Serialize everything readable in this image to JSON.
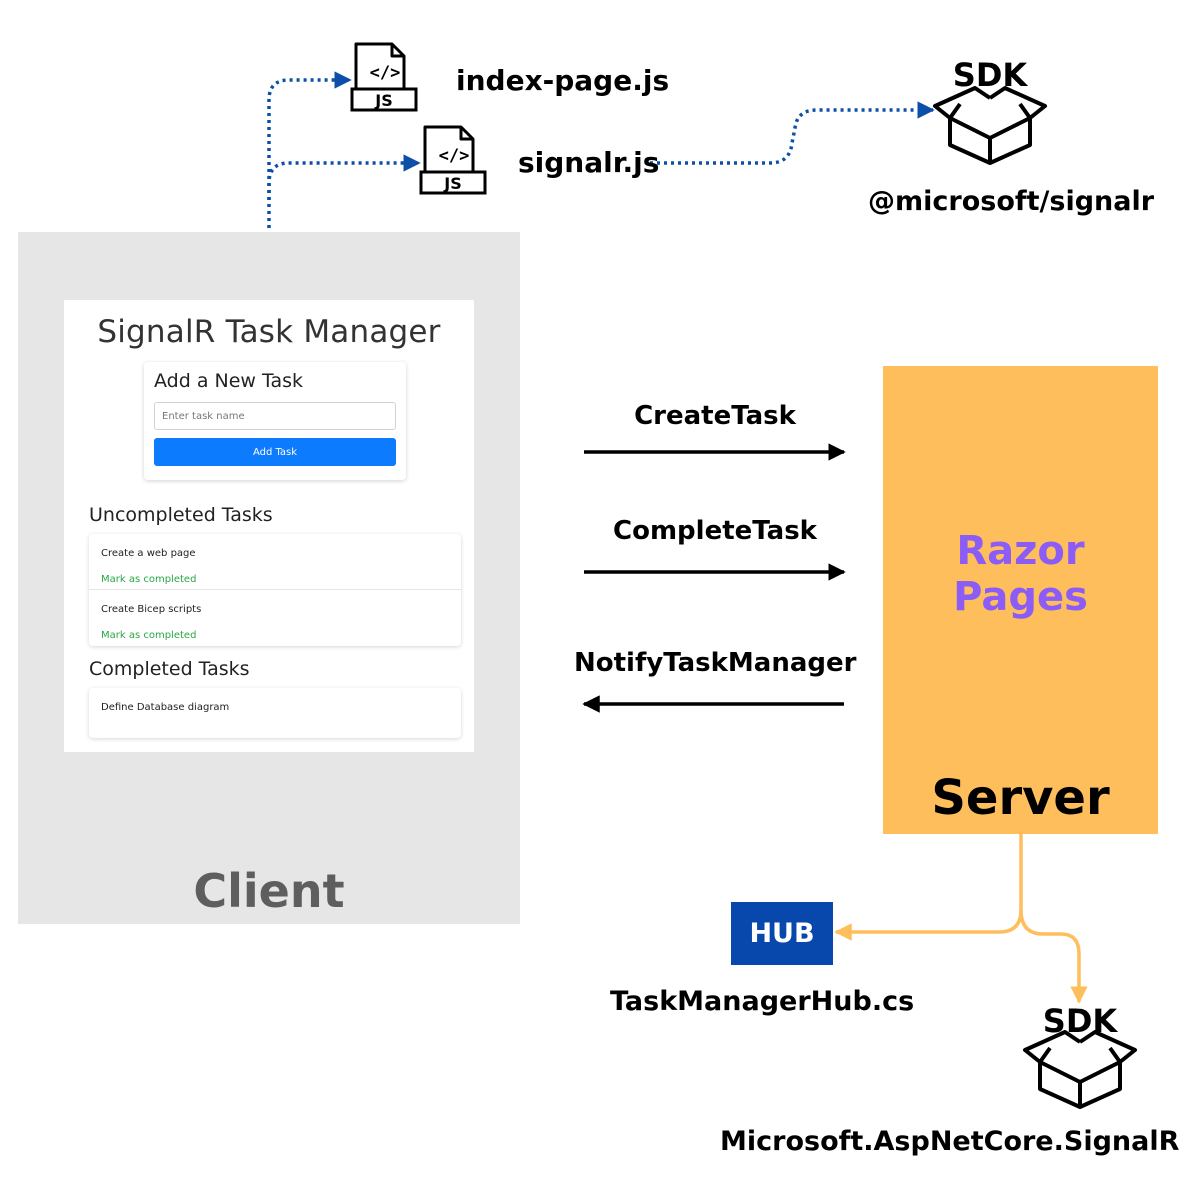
{
  "files": {
    "index_page": "index-page.js",
    "signalr_client": "signalr.js",
    "js_badge": "JS",
    "code_glyph": "</>"
  },
  "sdk": {
    "badge": "SDK",
    "client_package": "@microsoft/signalr",
    "server_package": "Microsoft.AspNetCore.SignalR"
  },
  "client": {
    "label": "Client",
    "app": {
      "title": "SignalR Task Manager",
      "add_card": {
        "title": "Add a New Task",
        "input_placeholder": "Enter task name",
        "input_value": "",
        "button_label": "Add Task"
      },
      "uncompleted": {
        "title": "Uncompleted Tasks",
        "action_label": "Mark as completed",
        "items": [
          "Create a web page",
          "Create Bicep scripts"
        ]
      },
      "completed": {
        "title": "Completed Tasks",
        "items": [
          "Define Database diagram"
        ]
      }
    }
  },
  "messages": {
    "create": "CreateTask",
    "complete": "CompleteTask",
    "notify": "NotifyTaskManager"
  },
  "server": {
    "framework": "Razor Pages",
    "title": "Server",
    "hub_badge": "HUB",
    "hub_file": "TaskManagerHub.cs"
  },
  "colors": {
    "client_panel": "#e6e6e6",
    "client_label": "#5e5e5e",
    "server_box": "#ffbe5c",
    "framework_text": "#8b5cf6",
    "hub_box": "#0848ad",
    "dependency_link": "#0b4fa8",
    "server_link": "#ffbe5c",
    "primary_button": "#0d7bfd",
    "complete_action": "#28a745"
  }
}
